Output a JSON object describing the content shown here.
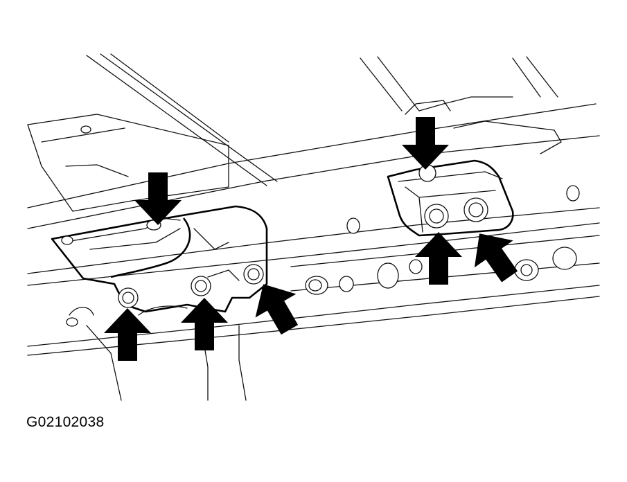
{
  "figure": {
    "code": "G02102038",
    "colors": {
      "line": "#111111",
      "arrow": "#000000",
      "background": "#ffffff"
    },
    "arrows": [
      {
        "id": "arrow-top-left",
        "direction": "down"
      },
      {
        "id": "arrow-top-right",
        "direction": "down"
      },
      {
        "id": "arrow-bottom-1",
        "direction": "up"
      },
      {
        "id": "arrow-bottom-2",
        "direction": "up"
      },
      {
        "id": "arrow-bottom-3",
        "direction": "up-left"
      },
      {
        "id": "arrow-right-lower-1",
        "direction": "up"
      },
      {
        "id": "arrow-right-lower-2",
        "direction": "up-left"
      }
    ]
  }
}
